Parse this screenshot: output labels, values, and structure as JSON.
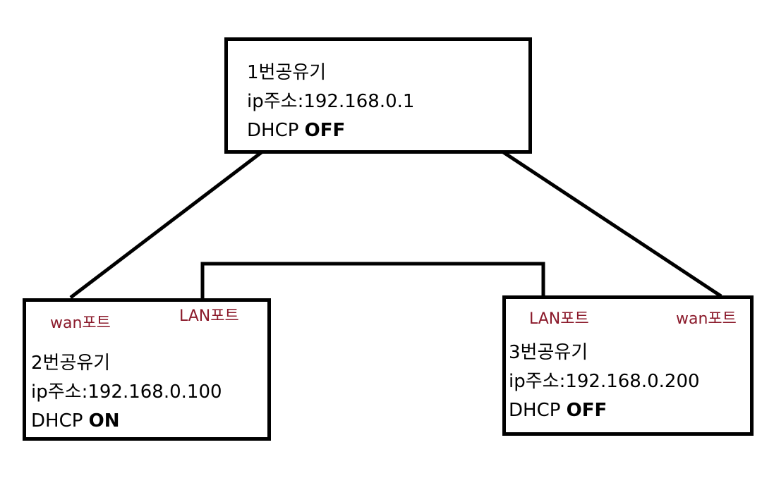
{
  "routers": [
    {
      "name": "1번공유기",
      "ip": "ip주소:192.168.0.1",
      "dhcp_label": "DHCP",
      "dhcp_state": "OFF"
    },
    {
      "name": "2번공유기",
      "ip": "ip주소:192.168.0.100",
      "dhcp_label": "DHCP",
      "dhcp_state": "ON",
      "wan_port": "wan포트",
      "lan_port": "LAN포트"
    },
    {
      "name": "3번공유기",
      "ip": "ip주소:192.168.0.200",
      "dhcp_label": "DHCP",
      "dhcp_state": "OFF",
      "lan_port": "LAN포트",
      "wan_port": "wan포트"
    }
  ],
  "colors": {
    "line": "#000000",
    "port_label": "#8b1a2b"
  }
}
